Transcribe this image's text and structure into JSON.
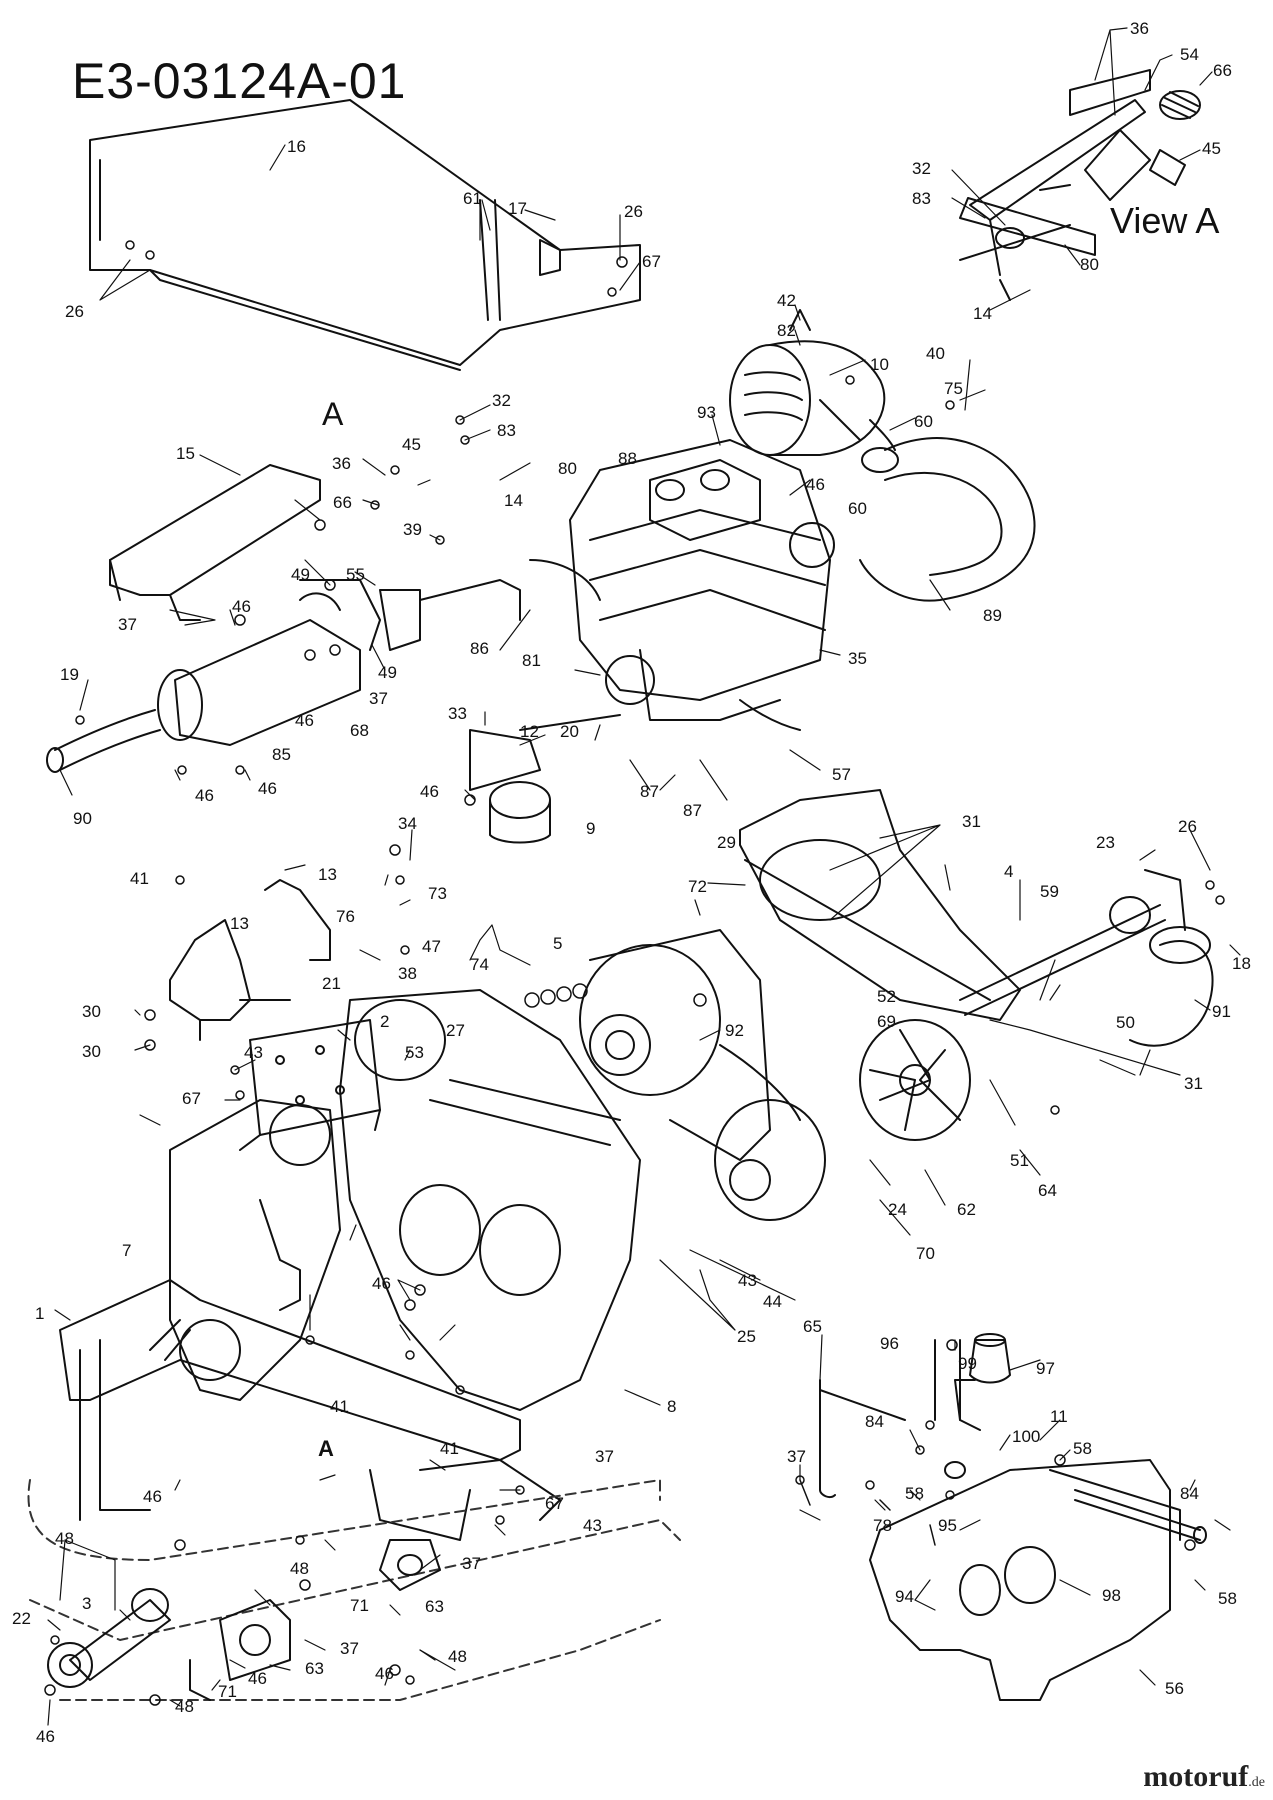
{
  "diagram_code": "E3-03124A-01",
  "view_label": "View A",
  "marker_a": "A",
  "marker_a_frame": "A",
  "logo": {
    "text_main": "motoruf",
    "text_suffix": ".de"
  },
  "callouts": [
    {
      "id": "c1",
      "t": "36"
    },
    {
      "id": "c2",
      "t": "54"
    },
    {
      "id": "c3",
      "t": "66"
    },
    {
      "id": "c4",
      "t": "45"
    },
    {
      "id": "c5",
      "t": "32"
    },
    {
      "id": "c6",
      "t": "83"
    },
    {
      "id": "c7",
      "t": "80"
    },
    {
      "id": "c8",
      "t": "14"
    },
    {
      "id": "c9",
      "t": "16"
    },
    {
      "id": "c10",
      "t": "61"
    },
    {
      "id": "c11",
      "t": "17"
    },
    {
      "id": "c12",
      "t": "26"
    },
    {
      "id": "c13",
      "t": "67"
    },
    {
      "id": "c14",
      "t": "26"
    },
    {
      "id": "c15",
      "t": "42"
    },
    {
      "id": "c16",
      "t": "82"
    },
    {
      "id": "c17",
      "t": "10"
    },
    {
      "id": "c18",
      "t": "40"
    },
    {
      "id": "c19",
      "t": "75"
    },
    {
      "id": "c20",
      "t": "60"
    },
    {
      "id": "c21",
      "t": "32"
    },
    {
      "id": "c22",
      "t": "45"
    },
    {
      "id": "c23",
      "t": "83"
    },
    {
      "id": "c24",
      "t": "80"
    },
    {
      "id": "c25",
      "t": "36"
    },
    {
      "id": "c26",
      "t": "14"
    },
    {
      "id": "c27",
      "t": "66"
    },
    {
      "id": "c28",
      "t": "93"
    },
    {
      "id": "c29",
      "t": "88"
    },
    {
      "id": "c30",
      "t": "46"
    },
    {
      "id": "c31",
      "t": "60"
    },
    {
      "id": "c32",
      "t": "15"
    },
    {
      "id": "c33",
      "t": "39"
    },
    {
      "id": "c34",
      "t": "55"
    },
    {
      "id": "c35",
      "t": "49"
    },
    {
      "id": "c36",
      "t": "46"
    },
    {
      "id": "c37",
      "t": "37"
    },
    {
      "id": "c38",
      "t": "89"
    },
    {
      "id": "c39",
      "t": "86"
    },
    {
      "id": "c40",
      "t": "81"
    },
    {
      "id": "c41",
      "t": "35"
    },
    {
      "id": "c42",
      "t": "19"
    },
    {
      "id": "c43",
      "t": "49"
    },
    {
      "id": "c44",
      "t": "37"
    },
    {
      "id": "c45",
      "t": "46"
    },
    {
      "id": "c46",
      "t": "68"
    },
    {
      "id": "c47",
      "t": "85"
    },
    {
      "id": "c48",
      "t": "46"
    },
    {
      "id": "c49",
      "t": "46"
    },
    {
      "id": "c50",
      "t": "90"
    },
    {
      "id": "c51",
      "t": "33"
    },
    {
      "id": "c52",
      "t": "12"
    },
    {
      "id": "c53",
      "t": "20"
    },
    {
      "id": "c54",
      "t": "46"
    },
    {
      "id": "c55",
      "t": "87"
    },
    {
      "id": "c56",
      "t": "57"
    },
    {
      "id": "c57",
      "t": "9"
    },
    {
      "id": "c58",
      "t": "87"
    },
    {
      "id": "c59",
      "t": "34"
    },
    {
      "id": "c60",
      "t": "31"
    },
    {
      "id": "c61",
      "t": "26"
    },
    {
      "id": "c62",
      "t": "23"
    },
    {
      "id": "c63",
      "t": "41"
    },
    {
      "id": "c64",
      "t": "13"
    },
    {
      "id": "c65",
      "t": "73"
    },
    {
      "id": "c66",
      "t": "29"
    },
    {
      "id": "c67",
      "t": "72"
    },
    {
      "id": "c68",
      "t": "4"
    },
    {
      "id": "c69",
      "t": "59"
    },
    {
      "id": "c70",
      "t": "13"
    },
    {
      "id": "c71",
      "t": "76"
    },
    {
      "id": "c72",
      "t": "47"
    },
    {
      "id": "c73",
      "t": "18"
    },
    {
      "id": "c74",
      "t": "38"
    },
    {
      "id": "c75",
      "t": "5"
    },
    {
      "id": "c76",
      "t": "74"
    },
    {
      "id": "c77",
      "t": "21"
    },
    {
      "id": "c78",
      "t": "30"
    },
    {
      "id": "c79",
      "t": "30"
    },
    {
      "id": "c80",
      "t": "91"
    },
    {
      "id": "c81",
      "t": "52"
    },
    {
      "id": "c82",
      "t": "69"
    },
    {
      "id": "c83",
      "t": "50"
    },
    {
      "id": "c84",
      "t": "2"
    },
    {
      "id": "c85",
      "t": "27"
    },
    {
      "id": "c86",
      "t": "92"
    },
    {
      "id": "c87",
      "t": "43"
    },
    {
      "id": "c88",
      "t": "53"
    },
    {
      "id": "c89",
      "t": "31"
    },
    {
      "id": "c90",
      "t": "67"
    },
    {
      "id": "c91",
      "t": "51"
    },
    {
      "id": "c92",
      "t": "64"
    },
    {
      "id": "c93",
      "t": "62"
    },
    {
      "id": "c94",
      "t": "24"
    },
    {
      "id": "c95",
      "t": "70"
    },
    {
      "id": "c96",
      "t": "7"
    },
    {
      "id": "c97",
      "t": "43"
    },
    {
      "id": "c98",
      "t": "46"
    },
    {
      "id": "c99",
      "t": "44"
    },
    {
      "id": "c100",
      "t": "1"
    },
    {
      "id": "c101",
      "t": "25"
    },
    {
      "id": "c102",
      "t": "65"
    },
    {
      "id": "c103",
      "t": "96"
    },
    {
      "id": "c104",
      "t": "99"
    },
    {
      "id": "c105",
      "t": "97"
    },
    {
      "id": "c106",
      "t": "8"
    },
    {
      "id": "c107",
      "t": "11"
    },
    {
      "id": "c108",
      "t": "41"
    },
    {
      "id": "c109",
      "t": "41"
    },
    {
      "id": "c110",
      "t": "84"
    },
    {
      "id": "c111",
      "t": "100"
    },
    {
      "id": "c112",
      "t": "37"
    },
    {
      "id": "c113",
      "t": "37"
    },
    {
      "id": "c114",
      "t": "58"
    },
    {
      "id": "c115",
      "t": "58"
    },
    {
      "id": "c116",
      "t": "46"
    },
    {
      "id": "c117",
      "t": "67"
    },
    {
      "id": "c118",
      "t": "84"
    },
    {
      "id": "c119",
      "t": "43"
    },
    {
      "id": "c120",
      "t": "78"
    },
    {
      "id": "c121",
      "t": "95"
    },
    {
      "id": "c122",
      "t": "48"
    },
    {
      "id": "c123",
      "t": "37"
    },
    {
      "id": "c124",
      "t": "48"
    },
    {
      "id": "c125",
      "t": "63"
    },
    {
      "id": "c126",
      "t": "58"
    },
    {
      "id": "c127",
      "t": "3"
    },
    {
      "id": "c128",
      "t": "71"
    },
    {
      "id": "c129",
      "t": "94"
    },
    {
      "id": "c130",
      "t": "98"
    },
    {
      "id": "c131",
      "t": "22"
    },
    {
      "id": "c132",
      "t": "37"
    },
    {
      "id": "c133",
      "t": "46"
    },
    {
      "id": "c134",
      "t": "48"
    },
    {
      "id": "c135",
      "t": "63"
    },
    {
      "id": "c136",
      "t": "46"
    },
    {
      "id": "c137",
      "t": "71"
    },
    {
      "id": "c138",
      "t": "56"
    },
    {
      "id": "c139",
      "t": "48"
    },
    {
      "id": "c140",
      "t": "46"
    }
  ]
}
